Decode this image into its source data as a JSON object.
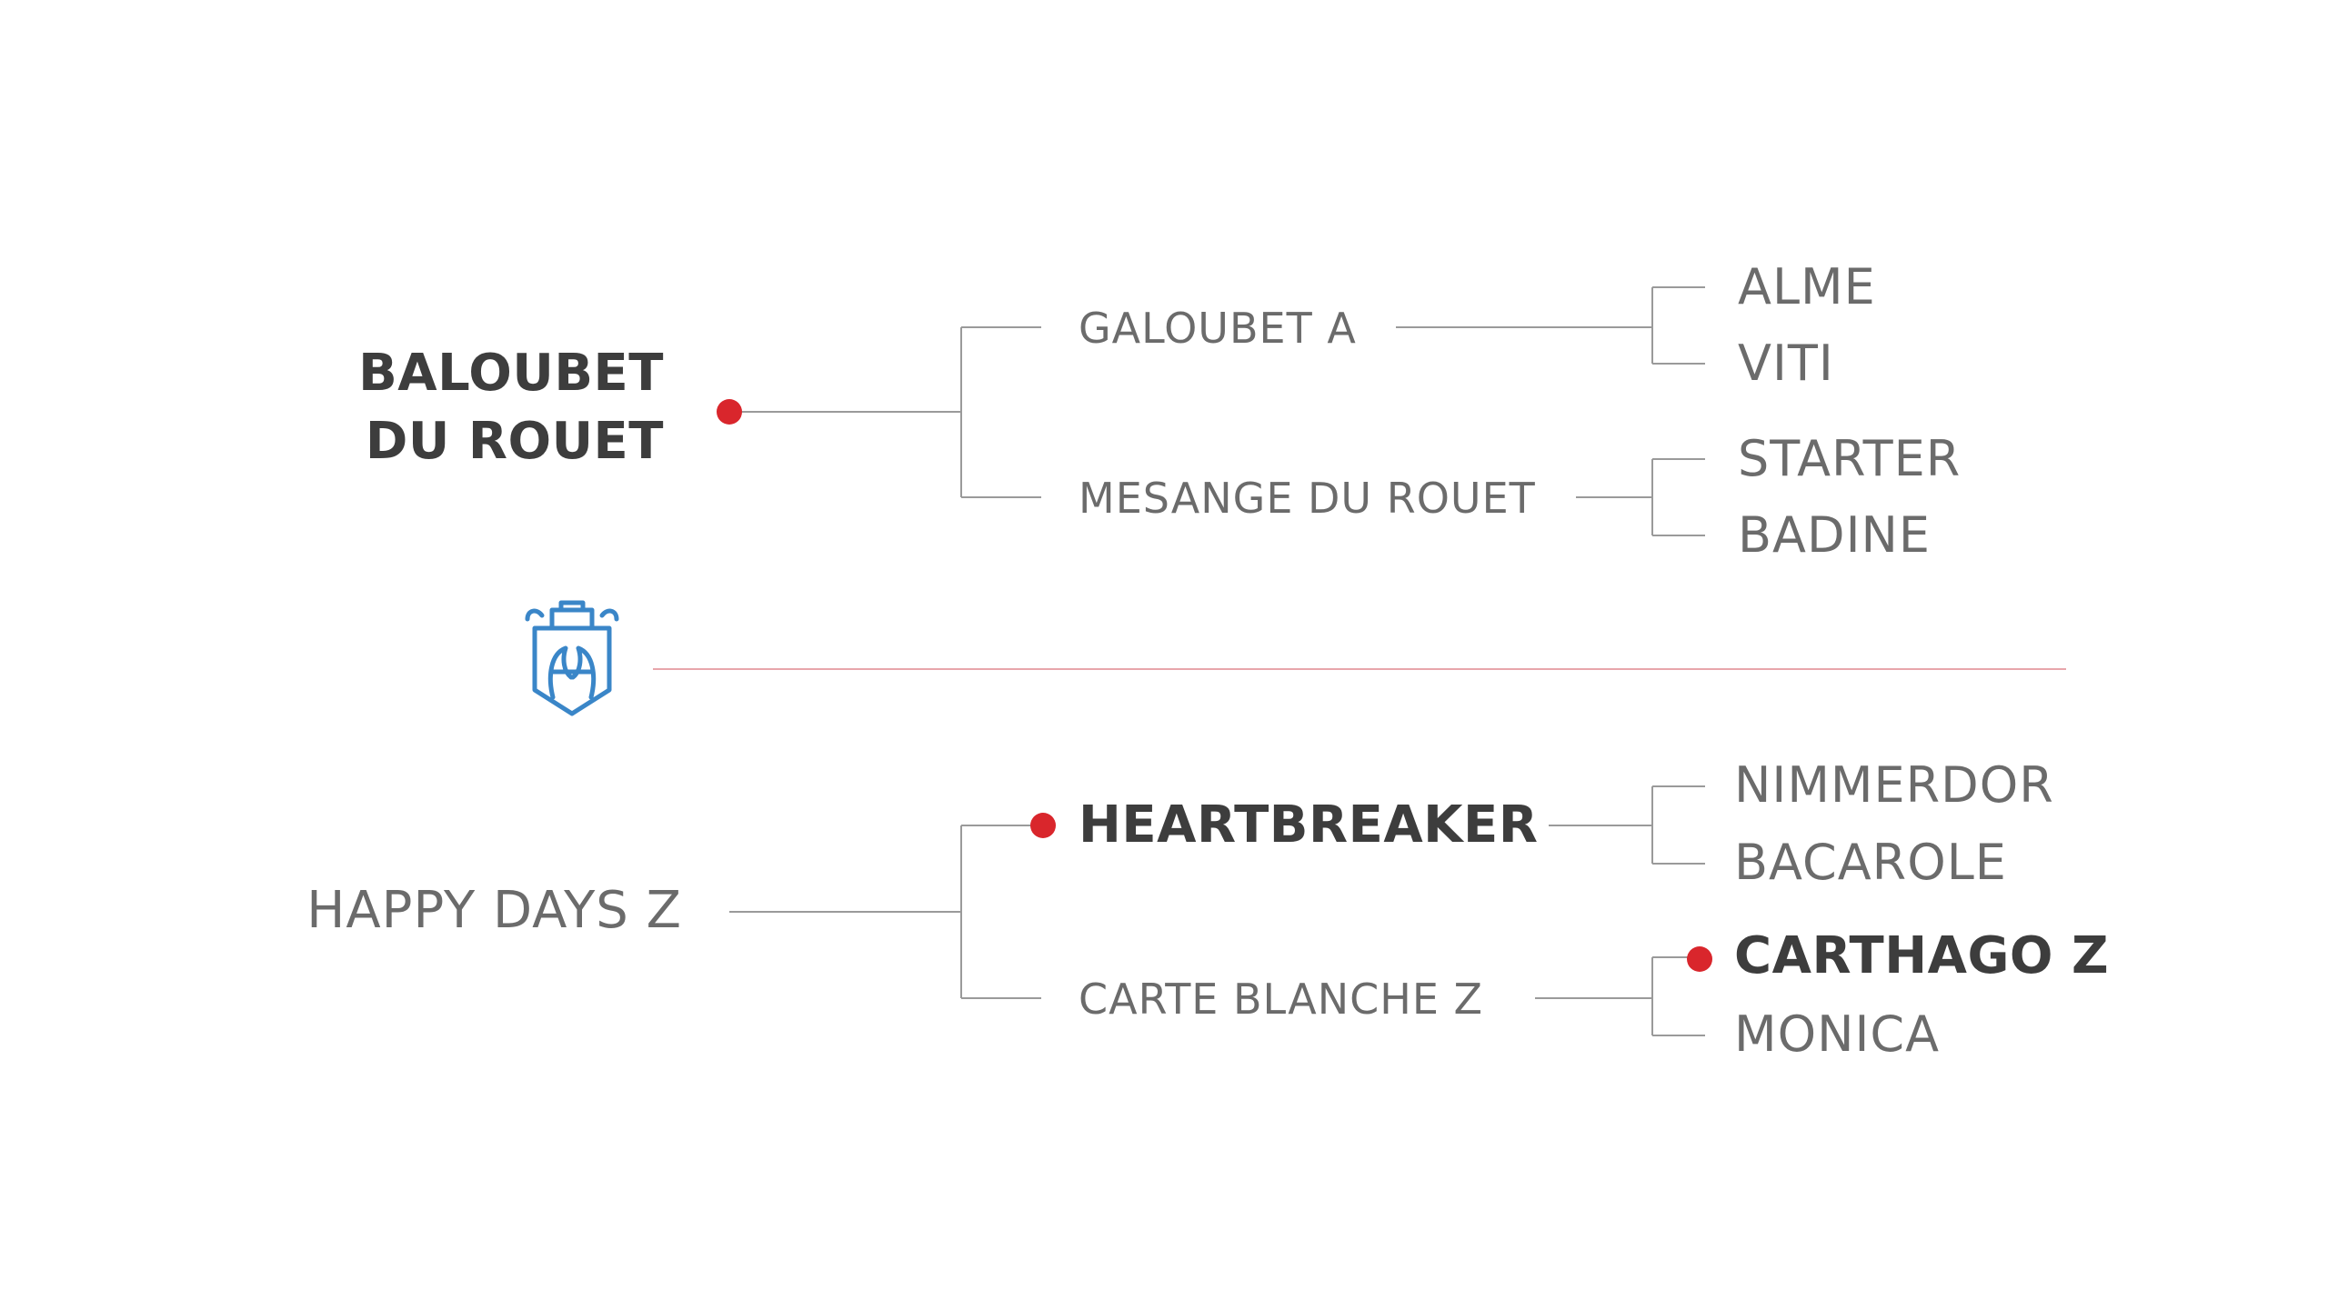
{
  "pedigree_top": {
    "horse": [
      "BALOUBET",
      "DU ROUET"
    ],
    "sire": "GALOUBET A",
    "dam": "MESANGE DU ROUET",
    "sire_sire": "ALME",
    "sire_dam": "VITI",
    "dam_sire": "STARTER",
    "dam_dam": "BADINE"
  },
  "pedigree_bottom": {
    "horse": "HAPPY DAYS Z",
    "sire": "HEARTBREAKER",
    "dam": "CARTE BLANCHE Z",
    "sire_sire": "NIMMERDOR",
    "sire_dam": "BACAROLE",
    "dam_sire": "CARTHAGO Z",
    "dam_dam": "MONICA"
  },
  "colors": {
    "line": "#9a9a9a",
    "highlight_dot": "#d9262c",
    "separator": "#e8a6ab",
    "logo": "#3a86c8",
    "text": "#6b6b6b",
    "text_bold": "#3d3d3d"
  },
  "icons": {
    "logo": "horse-crest-logo-icon",
    "marker": "red-dot-marker"
  }
}
